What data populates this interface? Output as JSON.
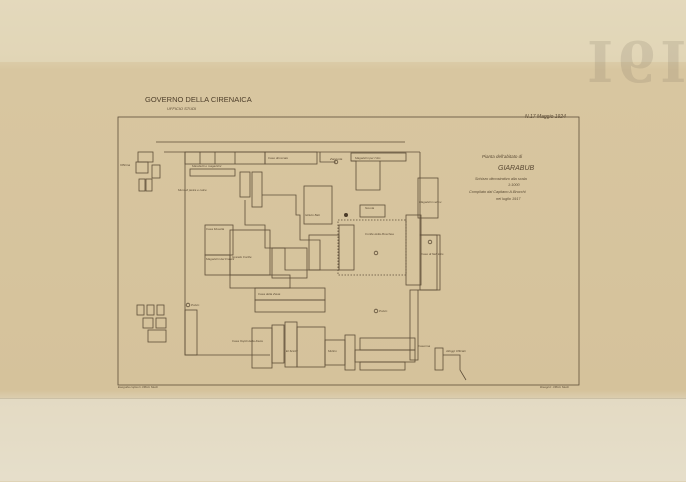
{
  "header": {
    "org": "GOVERNO DELLA CIRENAICA",
    "office": "UFFICIO STUDI",
    "sheet_number": "N.17 Maggio 1924"
  },
  "title_block": {
    "line1": "Pianta dell'abitato di",
    "place": "GIARABUB",
    "line3": "Schizzo dimostrativo alla scala",
    "scale": "1:1000",
    "line5": "Compilato dal Capitano A.Brucchi",
    "line6": "nel luglio 1917"
  },
  "labels": {
    "officina": "Officina",
    "marabutti": "Marabutti e magazzini",
    "case_diroccate": "Case diroccate",
    "zanzuola": "Zanzuola",
    "magazzini_nord": "Magazzini per l'olio",
    "muro": "Muro di pietra e calce",
    "istituto": "Istituto Bab",
    "scuola": "Scuola",
    "magazzini_est": "Magazzini vettov.",
    "casa_musella": "Casa Musella",
    "magazzini_ovest": "Magazzini dei Fratelli",
    "grande_cortile": "Grande Cortile",
    "cortile_moschea": "Cortile della Moschea",
    "case_sidi": "Case di Sidi Idris",
    "casa_zavia": "Casa della Zavia",
    "pozzo": "Pozzo",
    "casa_ospiti": "Casa Ospiti della Zavia",
    "el_sciobi": "El Sciobi",
    "mulino": "Mulino",
    "caserma": "Caserma",
    "alloggi": "Alloggi Ufficiali"
  },
  "footer": {
    "left_note": "Eseguita copia in Ufficio Studi",
    "right_note": "Disegnò: Ufficio Studi"
  }
}
